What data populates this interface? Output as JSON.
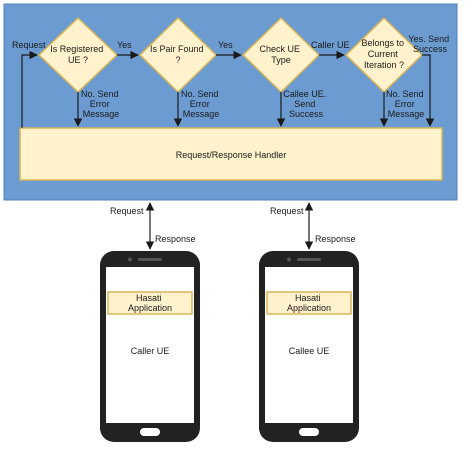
{
  "colors": {
    "panel_bg": "#6c9bd2",
    "panel_border": "#4f81bd",
    "shape_fill": "#fff2cc",
    "shape_stroke": "#d6b656",
    "line": "#1a1a1a",
    "phone_body": "#222222",
    "screen": "#ffffff"
  },
  "flow": {
    "request_label": "Request",
    "decisions": [
      {
        "name": "decision-is-registered",
        "lines": [
          "Is Registered",
          "UE ?"
        ]
      },
      {
        "name": "decision-is-pair-found",
        "lines": [
          "Is Pair Found",
          "?"
        ]
      },
      {
        "name": "decision-check-ue-type",
        "lines": [
          "Check UE",
          "Type"
        ]
      },
      {
        "name": "decision-belongs-to-iteration",
        "lines": [
          "Belongs to",
          "Current",
          "Iteration ?"
        ]
      }
    ],
    "yes_labels": [
      "Yes",
      "Yes"
    ],
    "caller_ue_label": "Caller UE",
    "yes_send_success": [
      "Yes. Send",
      "Success"
    ],
    "error_labels": [
      [
        "No. Send",
        "Error",
        "Message"
      ],
      [
        "No. Send",
        "Error",
        "Message"
      ],
      [
        "No. Send",
        "Error",
        "Message"
      ]
    ],
    "callee_send_success": [
      "Callee UE.",
      "Send",
      "Success"
    ],
    "handler_label": "Request/Response Handler"
  },
  "links": [
    {
      "name": "link-left",
      "request": "Request",
      "response": "Response"
    },
    {
      "name": "link-right",
      "request": "Request",
      "response": "Response"
    }
  ],
  "phones": [
    {
      "name": "phone-caller",
      "app_lines": [
        "Hasati",
        "Application"
      ],
      "ue_label": "Caller UE"
    },
    {
      "name": "phone-callee",
      "app_lines": [
        "Hasati",
        "Application"
      ],
      "ue_label": "Callee UE"
    }
  ]
}
